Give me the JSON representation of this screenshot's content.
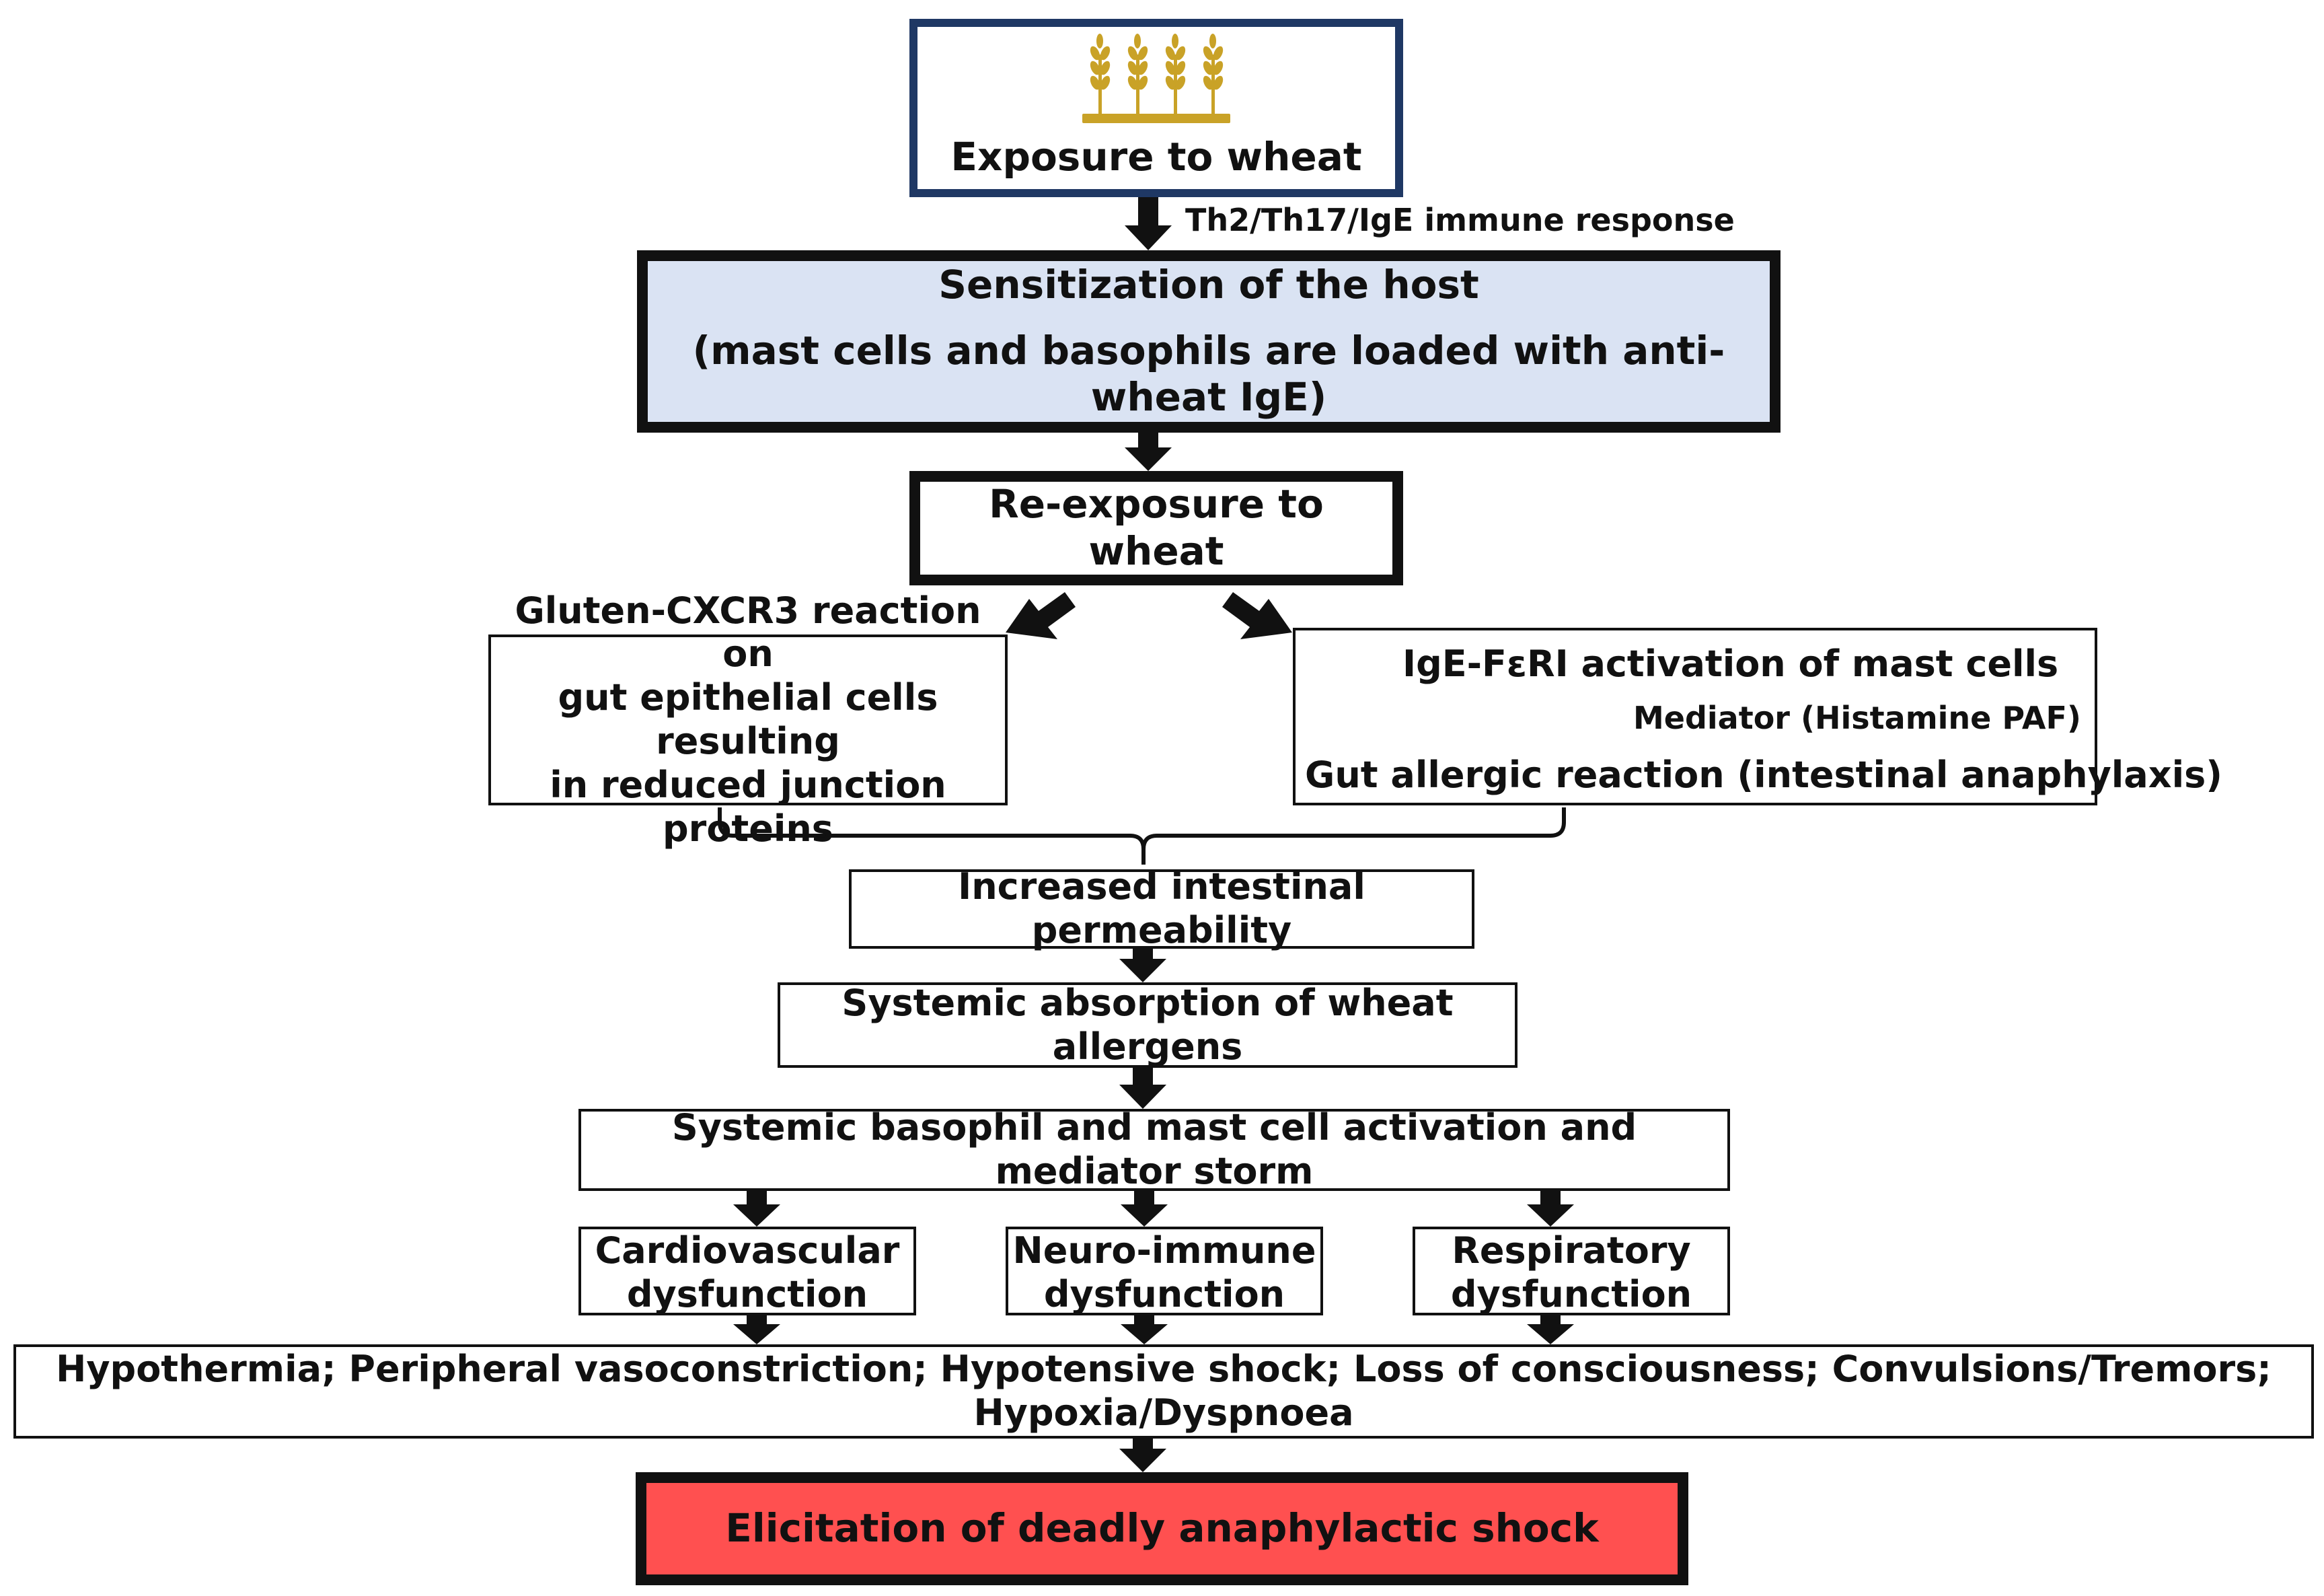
{
  "exposure": {
    "label": "Exposure to wheat",
    "icon": "wheat-icon",
    "border_color": "#1f3864",
    "icon_color": "#c9a227"
  },
  "immune_label": "Th2/Th17/IgE immune response",
  "sensitization": {
    "line1": "Sensitization of the host",
    "line2": "(mast cells and basophils are loaded with anti-wheat IgE)",
    "fill": "#dae3f3"
  },
  "reexposure": {
    "label": "Re-exposure to wheat"
  },
  "gluten": {
    "line1": "Gluten-CXCR3 reaction on",
    "line2": "gut epithelial cells resulting",
    "line3": "in reduced junction proteins"
  },
  "ige": {
    "line1": "IgE-FεRI activation of mast cells",
    "mediator": "Mediator (Histamine PAF)",
    "line3": "Gut allergic reaction (intestinal anaphylaxis)",
    "arrow_color": "#ff5050"
  },
  "permeability": {
    "label": "Increased intestinal permeability"
  },
  "absorption": {
    "label": "Systemic absorption of wheat allergens"
  },
  "storm": {
    "label": "Systemic basophil and mast cell activation and mediator storm"
  },
  "cardio": {
    "line1": "Cardiovascular",
    "line2": "dysfunction"
  },
  "neuro": {
    "line1": "Neuro-immune",
    "line2": "dysfunction"
  },
  "resp": {
    "line1": "Respiratory",
    "line2": "dysfunction"
  },
  "symptoms": {
    "label": "Hypothermia; Peripheral vasoconstriction; Hypotensive shock; Loss of consciousness; Convulsions/Tremors; Hypoxia/Dyspnoea"
  },
  "shock": {
    "label": "Elicitation of deadly anaphylactic shock",
    "fill": "#ff5050"
  }
}
